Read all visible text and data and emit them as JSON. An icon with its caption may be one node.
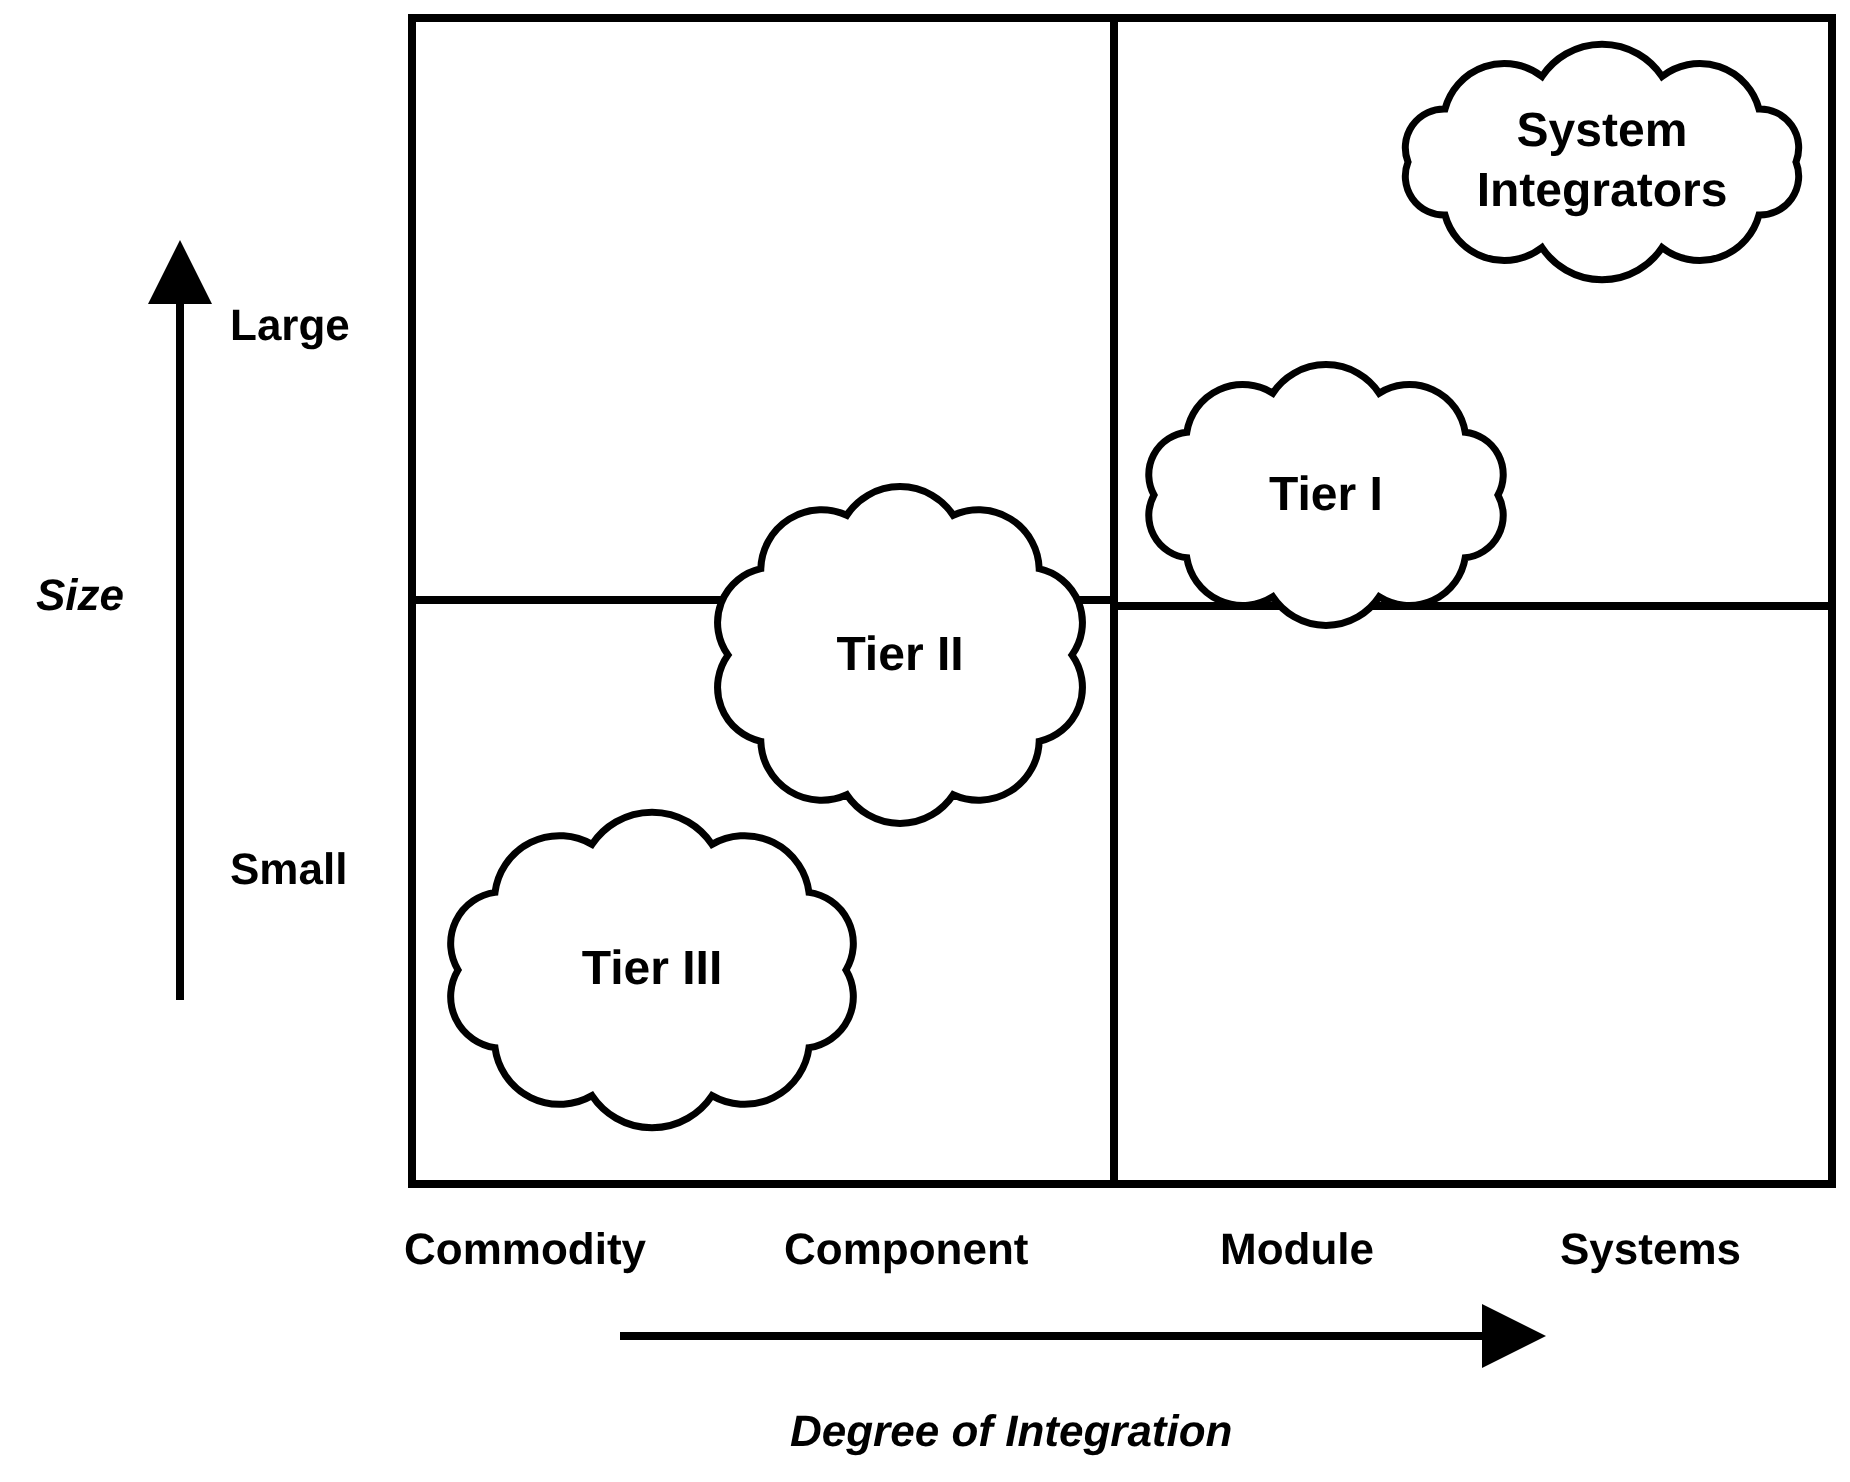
{
  "diagram": {
    "nodes": [
      {
        "text": [
          "System Integrators"
        ]
      },
      {
        "text": [
          "Tier I"
        ]
      },
      {
        "text": [
          "Tier II"
        ]
      },
      {
        "text": [
          "Tier III"
        ]
      }
    ],
    "edges": [],
    "labels": [
      "Large",
      "Size",
      "Small",
      "Commodity",
      "Component",
      "Module",
      "Systems",
      "Degree of Integration"
    ]
  }
}
